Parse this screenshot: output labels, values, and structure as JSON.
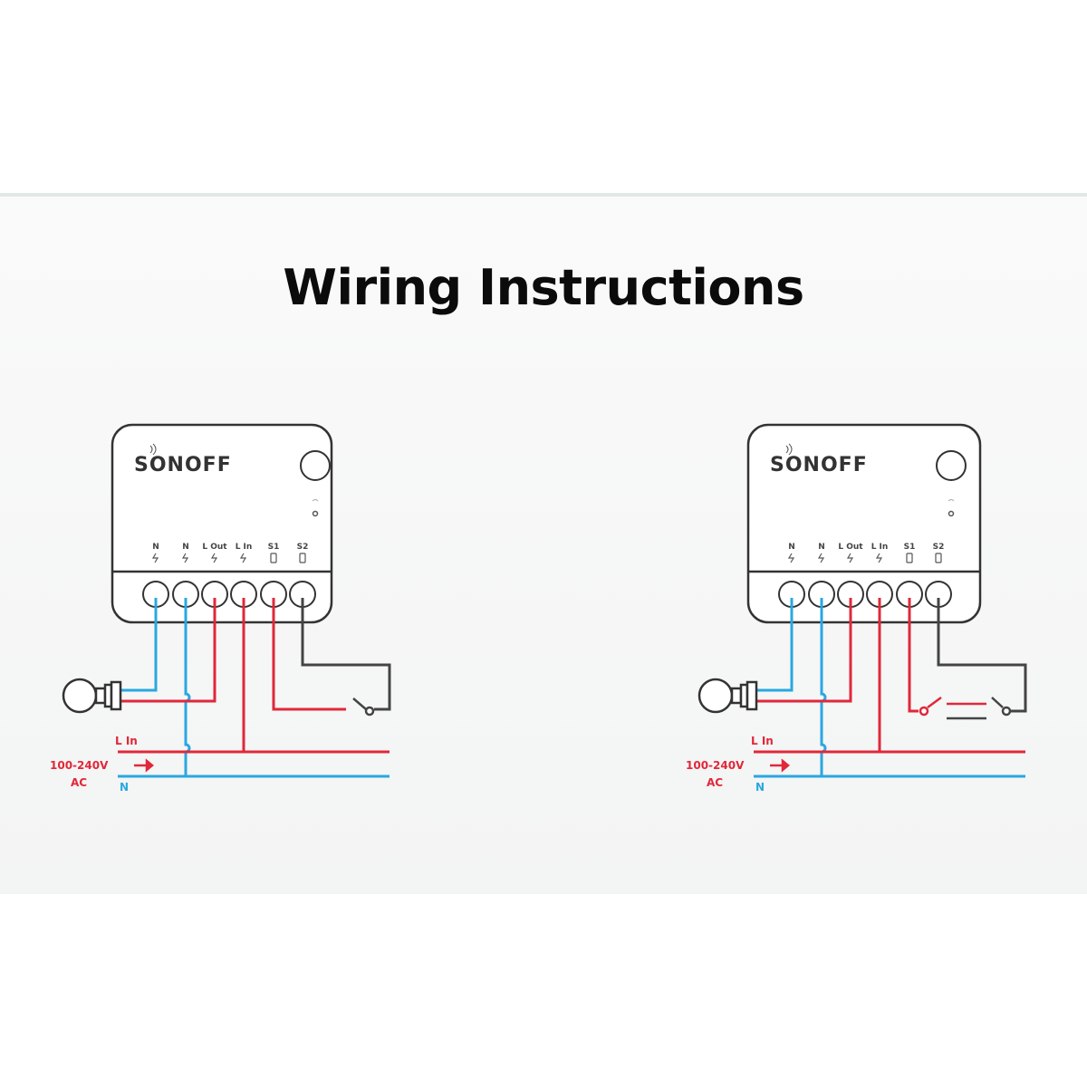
{
  "page": {
    "title": "Wiring Instructions"
  },
  "colors": {
    "live": "#e0283a",
    "neutral": "#29a8e0",
    "switch_wire": "#444444",
    "outline": "#333333"
  },
  "diagrams": [
    {
      "id": "single-switch",
      "brand": "SONOFF",
      "terminals": [
        {
          "label": "N",
          "icon": "bolt-icon"
        },
        {
          "label": "N",
          "icon": "bolt-icon"
        },
        {
          "label": "L Out",
          "icon": "bolt-icon"
        },
        {
          "label": "L In",
          "icon": "bolt-icon"
        },
        {
          "label": "S1",
          "icon": "switch-terminal-icon"
        },
        {
          "label": "S2",
          "icon": "switch-terminal-icon"
        }
      ],
      "supply": {
        "live_label": "L In",
        "voltage_label": "100-240V",
        "ac_label": "AC",
        "neutral_label": "N"
      },
      "switch_type": "single"
    },
    {
      "id": "two-way-switch",
      "brand": "SONOFF",
      "terminals": [
        {
          "label": "N",
          "icon": "bolt-icon"
        },
        {
          "label": "N",
          "icon": "bolt-icon"
        },
        {
          "label": "L Out",
          "icon": "bolt-icon"
        },
        {
          "label": "L In",
          "icon": "bolt-icon"
        },
        {
          "label": "S1",
          "icon": "switch-terminal-icon"
        },
        {
          "label": "S2",
          "icon": "switch-terminal-icon"
        }
      ],
      "supply": {
        "live_label": "L In",
        "voltage_label": "100-240V",
        "ac_label": "AC",
        "neutral_label": "N"
      },
      "switch_type": "two-way"
    }
  ]
}
